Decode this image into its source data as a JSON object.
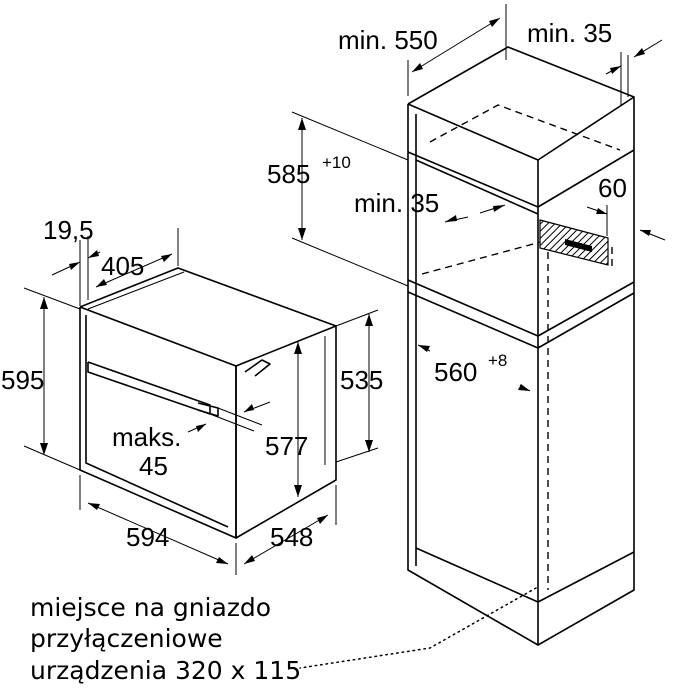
{
  "labels": {
    "min_550": "min. 550",
    "min_35_top": "min. 35",
    "h_585": "585",
    "h_585_sup": "+10",
    "min_35_mid": "min. 35",
    "w_60": "60",
    "w_19_5": "19,5",
    "w_405": "405",
    "h_595": "595",
    "h_535": "535",
    "w_560": "560",
    "w_560_sup": "+8",
    "maks": "maks.",
    "maks_val": "45",
    "h_577": "577",
    "w_594": "594",
    "w_548": "548"
  },
  "note": {
    "line1": "miejsce na gniazdo",
    "line2": "przyłączeniowe",
    "line3": "urządzenia 320 x 115"
  }
}
